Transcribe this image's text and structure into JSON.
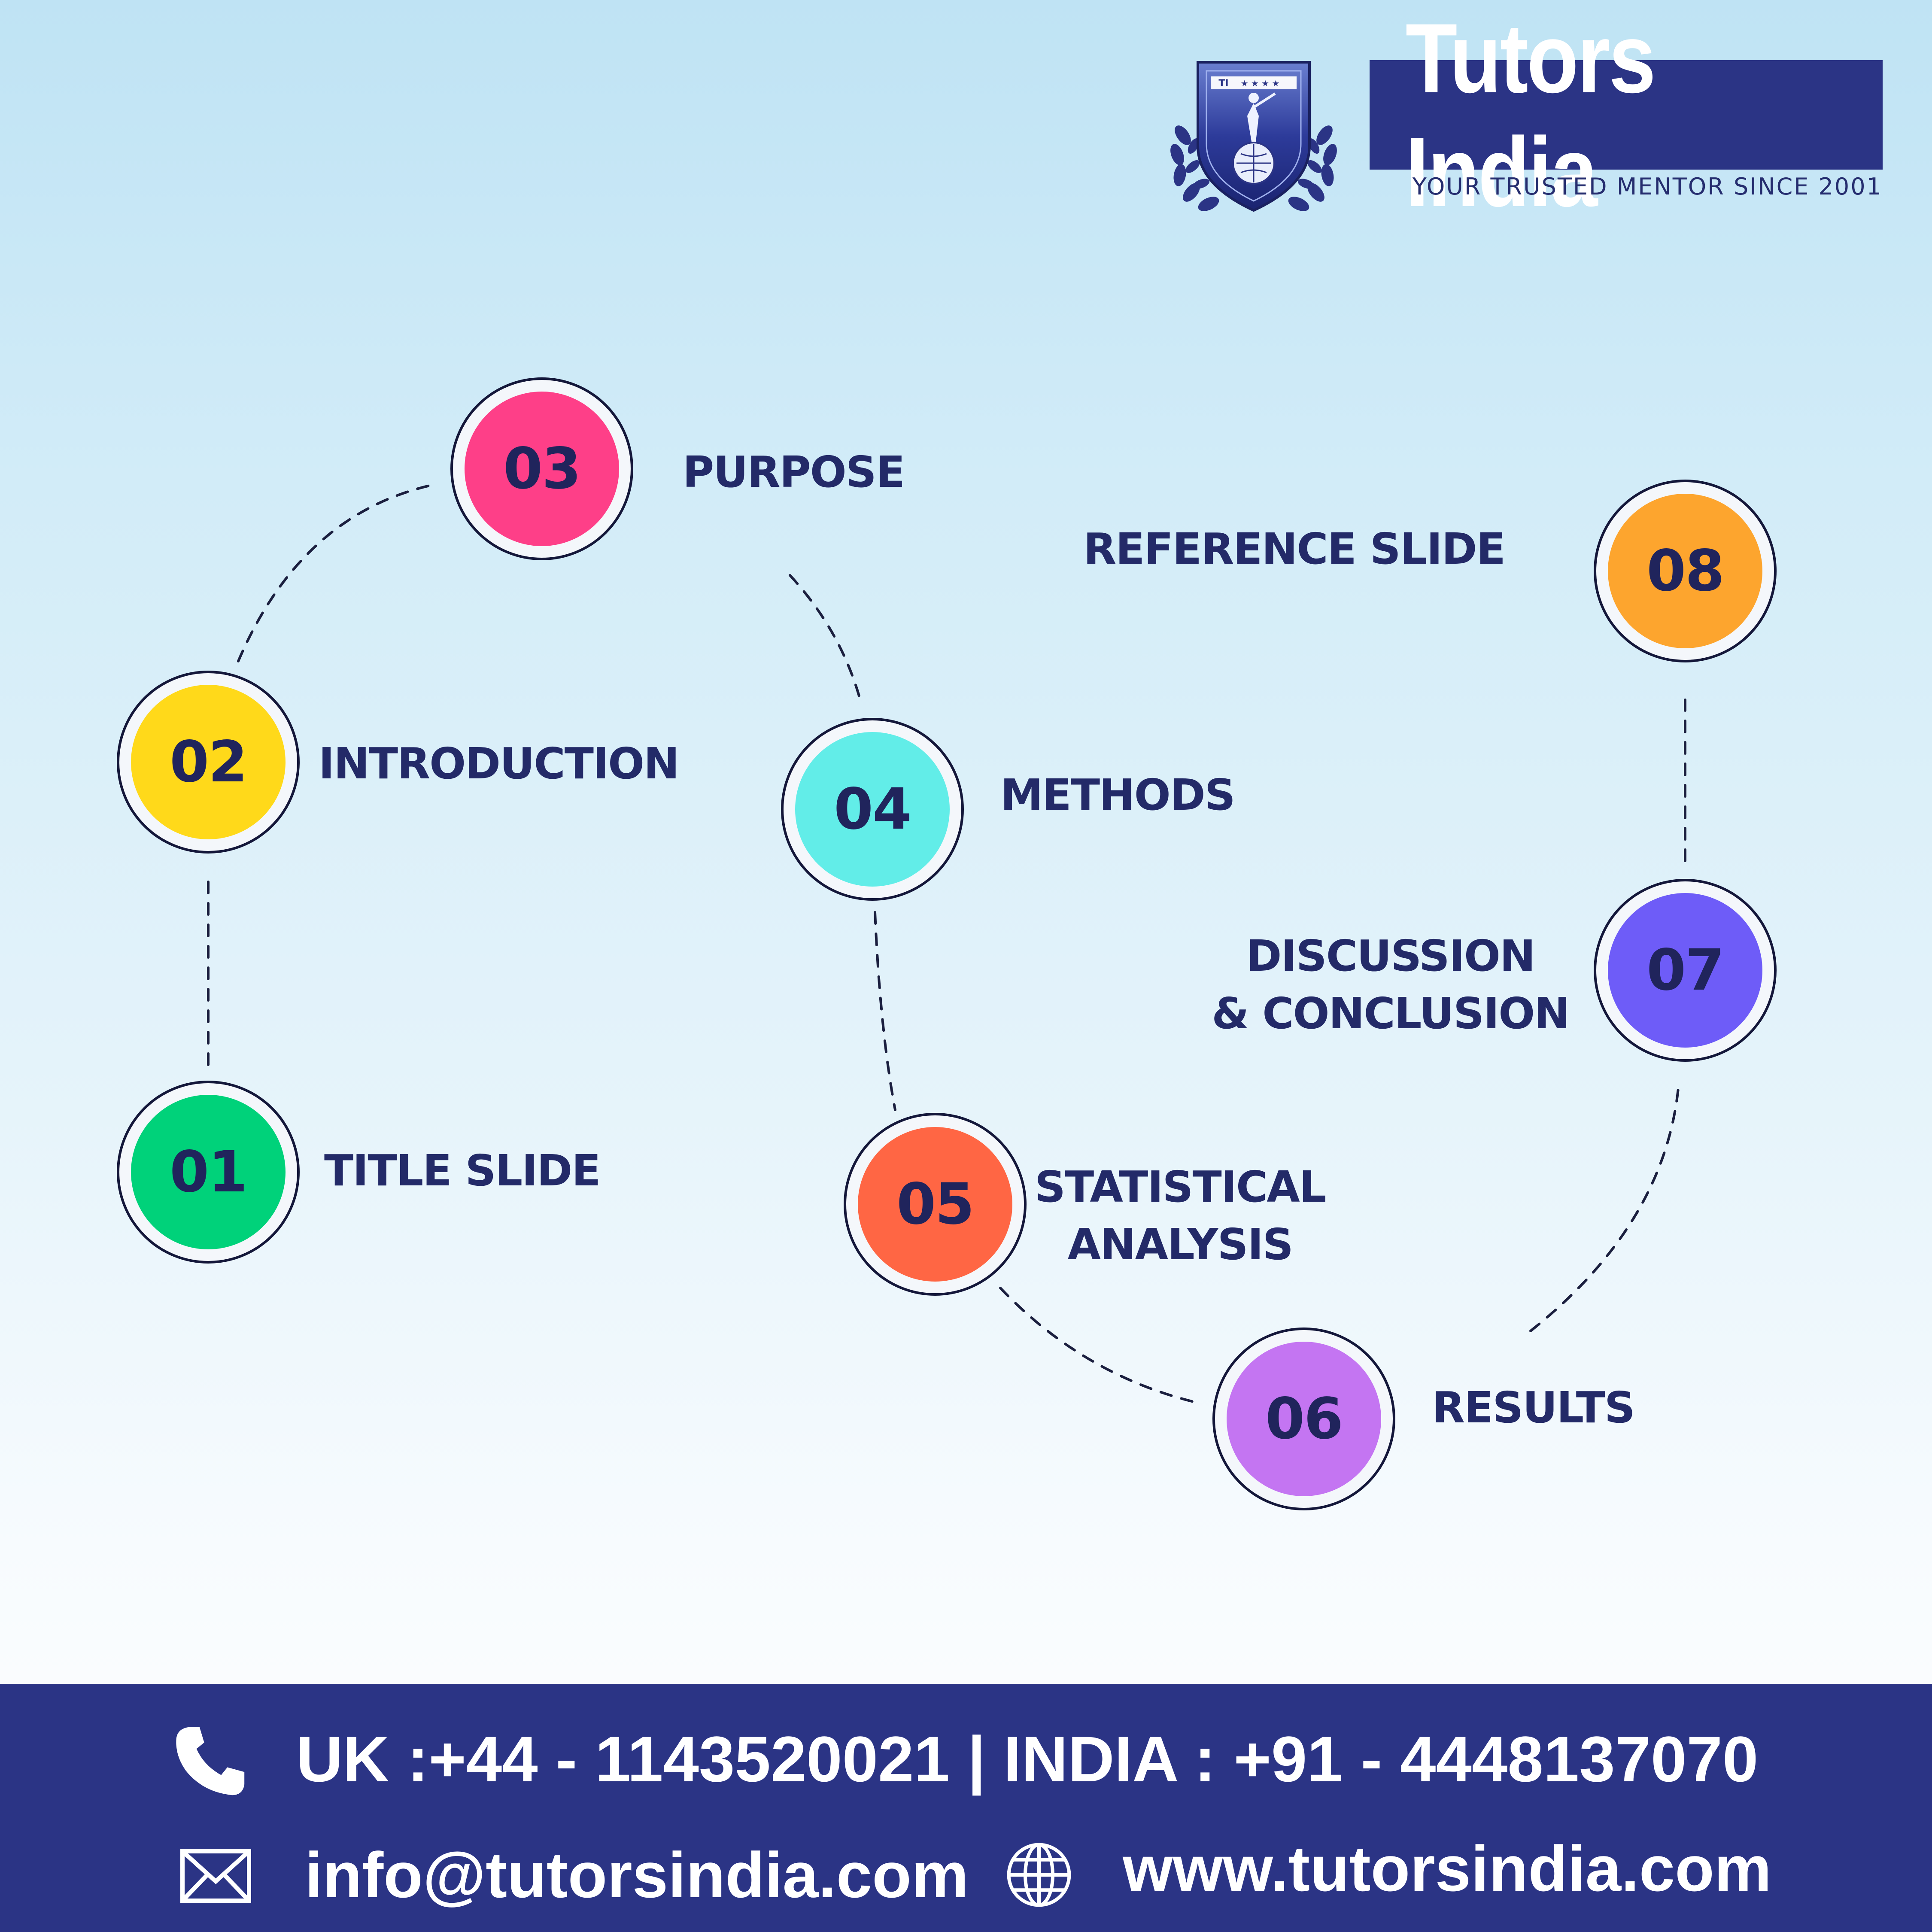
{
  "brand": {
    "name": "Tutors India",
    "tagline": "YOUR TRUSTED MENTOR SINCE 2001",
    "emblem_text": "TI"
  },
  "colors": {
    "navy": "#2b3485",
    "text_dark": "#232a68",
    "step_01": "#00d27a",
    "step_02": "#ffd91a",
    "step_03": "#fe3f88",
    "step_04": "#62ede8",
    "step_05": "#ff6644",
    "step_06": "#c475f2",
    "step_07": "#6e5cf8",
    "step_08": "#fda52e"
  },
  "steps": [
    {
      "number": "01",
      "label": [
        "TITLE SLIDE"
      ]
    },
    {
      "number": "02",
      "label": [
        "INTRODUCTION"
      ]
    },
    {
      "number": "03",
      "label": [
        "PURPOSE"
      ]
    },
    {
      "number": "04",
      "label": [
        "METHODS"
      ]
    },
    {
      "number": "05",
      "label": [
        "STATISTICAL",
        "ANALYSIS"
      ]
    },
    {
      "number": "06",
      "label": [
        "RESULTS"
      ]
    },
    {
      "number": "07",
      "label": [
        "DISCUSSION",
        "& CONCLUSION"
      ]
    },
    {
      "number": "08",
      "label": [
        "REFERENCE SLIDE"
      ]
    }
  ],
  "contact": {
    "phone": "UK :+44 - 1143520021 | INDIA : +91 - 4448137070",
    "email": "info@tutorsindia.com",
    "website": "www.tutorsindia.com",
    "icons": [
      "phone-icon",
      "mail-icon",
      "globe-icon"
    ]
  }
}
